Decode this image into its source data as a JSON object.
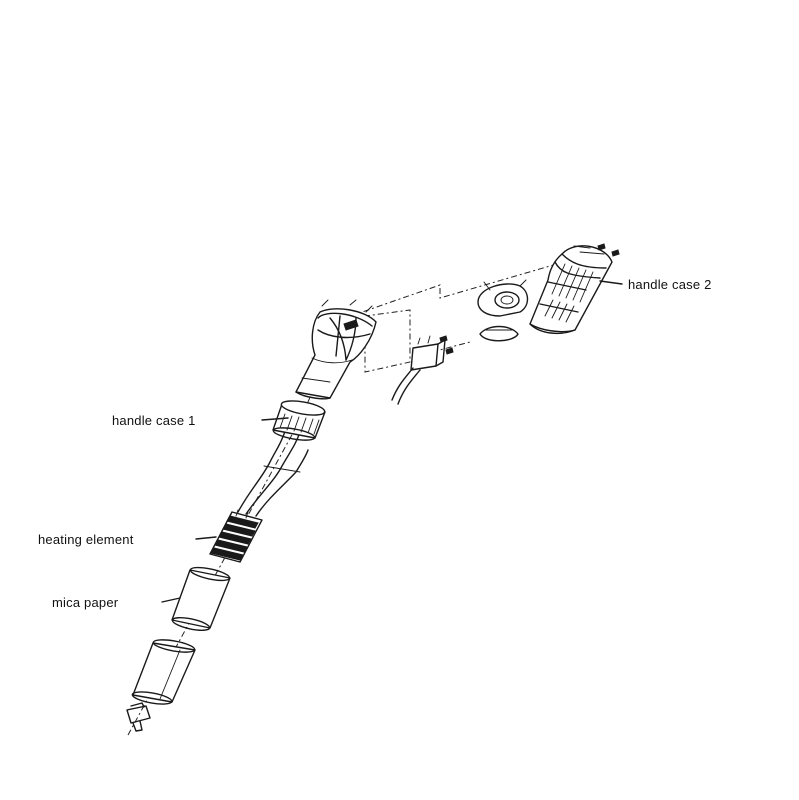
{
  "labels": {
    "handle_case_1": "handle case 1",
    "handle_case_2": "handle case 2",
    "heating_element": "heating element",
    "mica_paper": "mica paper"
  },
  "colors": {
    "background": "#ffffff",
    "ink": "#1a1a1a"
  }
}
